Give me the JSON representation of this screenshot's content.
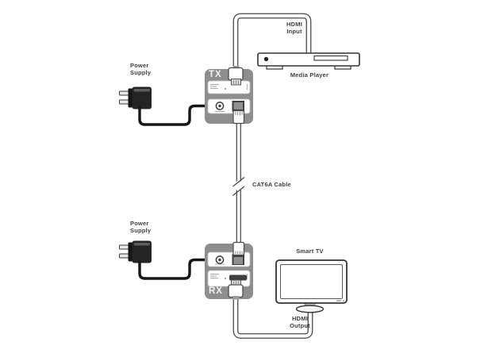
{
  "diagram": {
    "type": "connection-diagram",
    "labels": {
      "tx_unit": "TX",
      "rx_unit": "RX",
      "power_supply_tx": "Power Supply",
      "power_supply_rx": "Power Supply",
      "hdmi_input": "HDMI Input",
      "hdmi_output": "HDMI Output",
      "media_player": "Media Player",
      "smart_tv": "Smart TV",
      "cat6a_cable": "CAT6A Cable"
    },
    "colors": {
      "unit_body": "#8e8e8e",
      "cable_outline": "#4a4a4a",
      "power_cord": "#161616",
      "label_text": "#3f3f3f",
      "unit_label_text": "#f2f2f2",
      "background": "#ffffff"
    },
    "connections": [
      {
        "from": "Media Player",
        "to": "TX",
        "via": "HDMI Input"
      },
      {
        "from": "TX",
        "to": "RX",
        "via": "CAT6A Cable"
      },
      {
        "from": "RX",
        "to": "Smart TV",
        "via": "HDMI Output"
      },
      {
        "from": "Power Supply",
        "to": "TX",
        "via": "power cord"
      },
      {
        "from": "Power Supply",
        "to": "RX",
        "via": "power cord"
      }
    ]
  }
}
